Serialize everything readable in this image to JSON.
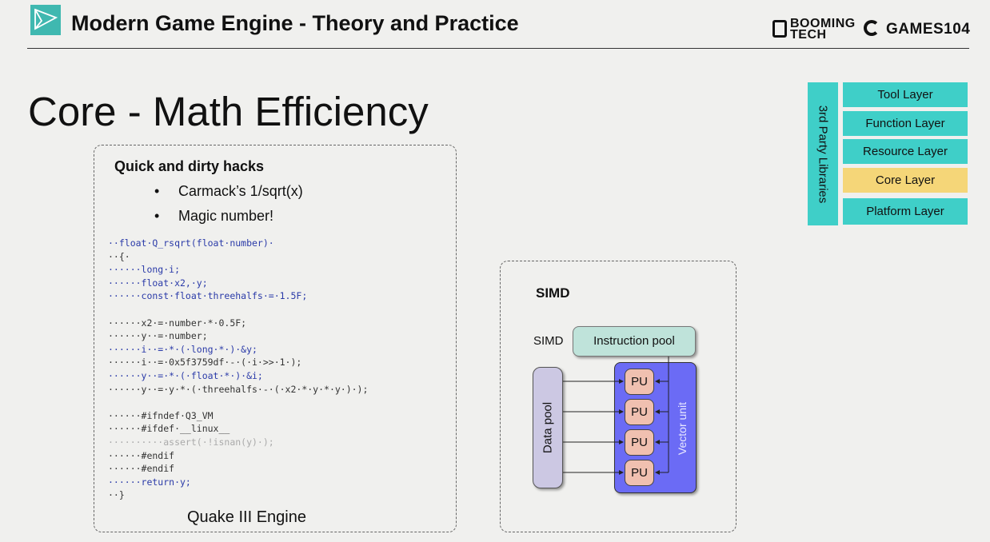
{
  "header": {
    "title": "Modern Game Engine - Theory and Practice",
    "brand_booming": "BOOMING TECH",
    "brand_games": "GAMES104"
  },
  "slide": {
    "title": "Core - Math Efficiency"
  },
  "left_panel": {
    "heading": "Quick and dirty hacks",
    "bullets": [
      "Carmack’s 1/sqrt(x)",
      "Magic number!"
    ],
    "caption": "Quake III Engine"
  },
  "code_lines": [
    "··float·Q_rsqrt(float·number)·",
    "··{·",
    "······long·i;",
    "······float·x2,·y;",
    "······const·float·threehalfs·=·1.5F;",
    "",
    "······x2·=·number·*·0.5F;",
    "······y··=·number;",
    "······i··=·*·(·long·*·)·&y;",
    "······i··=·0x5f3759df·-·(·i·>>·1·);",
    "······y··=·*·(·float·*·)·&i;",
    "······y··=·y·*·(·threehalfs·-·(·x2·*·y·*·y·)·);",
    "",
    "······#ifndef·Q3_VM",
    "······#ifdef·__linux__",
    "··········assert(·!isnan(y)·);",
    "······#endif",
    "······#endif",
    "······return·y;",
    "··}"
  ],
  "simd_panel": {
    "heading": "SIMD",
    "side_label": "SIMD",
    "instruction_pool": "Instruction pool",
    "data_pool": "Data pool",
    "vector_unit": "Vector unit",
    "pu_labels": [
      "PU",
      "PU",
      "PU",
      "PU"
    ]
  },
  "layers": {
    "side_label": "3rd Party Libraries",
    "items": [
      "Tool Layer",
      "Function Layer",
      "Resource Layer",
      "Core Layer",
      "Platform Layer"
    ]
  },
  "colors": {
    "accent_teal": "#3fcfc8",
    "core_highlight": "#f5d678",
    "vector_unit": "#6b6bf5",
    "pu": "#f0c0b0"
  }
}
